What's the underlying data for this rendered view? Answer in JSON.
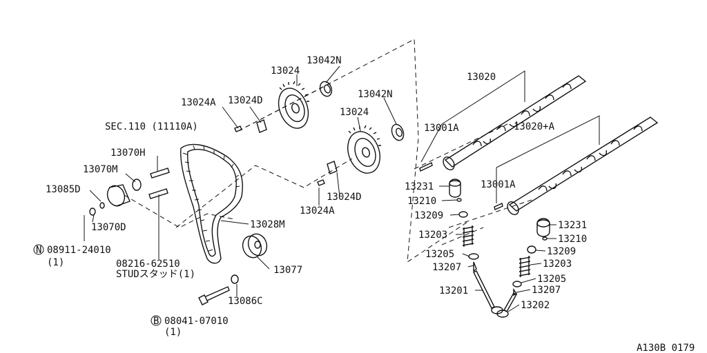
{
  "labels": {
    "p13042n_top": "13042N",
    "p13024_top": "13024",
    "p13024a_top": "13024A",
    "p13024d_top": "13024D",
    "p13042n_mid": "13042N",
    "p13024_mid": "13024",
    "sec110": "SEC.110 (11110A)",
    "p13070h": "13070H",
    "p13070m": "13070M",
    "p13085d": "13085D",
    "p13070d": "13070D",
    "bolt_n_code": "08911-24010",
    "bolt_n_qty": "(1)",
    "stud_code": "08216-62510",
    "stud_name": "STUDスタッド(1)",
    "p13028m": "13028M",
    "p13024d_mid": "13024D",
    "p13024a_mid": "13024A",
    "p13077": "13077",
    "p13086c": "13086C",
    "bolt_b_code": "08041-07010",
    "bolt_b_qty": "(1)",
    "p13020": "13020",
    "p13001a_top": "13001A",
    "p13020a": "13020+A",
    "p13001a_mid": "13001A",
    "p13231_left": "13231",
    "p13210_left": "13210",
    "p13209_left": "13209",
    "p13203_left": "13203",
    "p13205_left": "13205",
    "p13207_left": "13207",
    "p13201": "13201",
    "p13231_right": "13231",
    "p13210_right": "13210",
    "p13209_right": "13209",
    "p13203_right": "13203",
    "p13205_right": "13205",
    "p13207_right": "13207",
    "p13202": "13202",
    "code": "A130B 0179"
  },
  "circled": {
    "n": "N",
    "b": "B"
  }
}
